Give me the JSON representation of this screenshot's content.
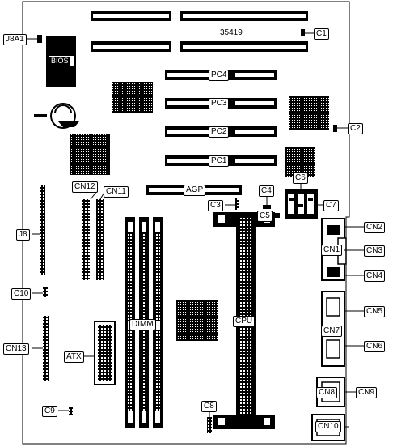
{
  "diagram": {
    "board_number": "35419",
    "bios_label": "BIOS",
    "labels": {
      "j8a1": "J8A1",
      "c1": "C1",
      "c2": "C2",
      "c3": "C3",
      "c4": "C4",
      "c5": "C5",
      "c6": "C6",
      "c7": "C7",
      "c8": "C8",
      "c9": "C9",
      "c10": "C10",
      "pc1": "PC1",
      "pc2": "PC2",
      "pc3": "PC3",
      "pc4": "PC4",
      "agp": "AGP",
      "cn1": "CN1",
      "cn2": "CN2",
      "cn3": "CN3",
      "cn4": "CN4",
      "cn5": "CN5",
      "cn6": "CN6",
      "cn7": "CN7",
      "cn8": "CN8",
      "cn9": "CN9",
      "cn10": "CN10",
      "cn11": "CN11",
      "cn12": "CN12",
      "cn13": "CN13",
      "j8": "J8",
      "dimm": "DIMM",
      "cpu": "CPU",
      "atx": "ATX"
    }
  }
}
